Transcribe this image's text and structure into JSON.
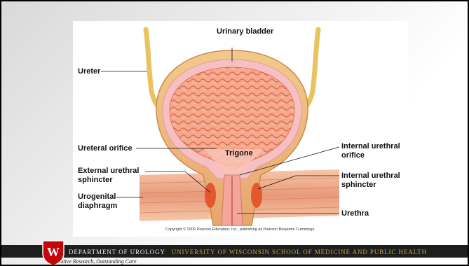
{
  "diagram": {
    "labels": {
      "urinary_bladder": "Urinary bladder",
      "ureter": "Ureter",
      "ureteral_orifice": "Ureteral orifice",
      "trigone": "Trigone",
      "external_urethral_sphincter": "External urethral sphincter",
      "urogenital_diaphragm": "Urogenital diaphragm",
      "internal_urethral_orifice": "Internal urethral orifice",
      "internal_urethral_sphincter": "Internal urethral sphincter",
      "urethra": "Urethra"
    },
    "copyright": "Copyright © 2009 Pearson Education, Inc., publishing as Pearson Benjamin Cummings."
  },
  "footer": {
    "department": "DEPARTMENT OF UROLOGY",
    "university": "UNIVERSITY OF WISCONSIN SCHOOL OF MEDICINE AND PUBLIC HEALTH",
    "tagline": "Innovative Research, Outstanding Care",
    "logo_letter": "W"
  },
  "colors": {
    "footer_band": "#1e1e1e",
    "footer_gold": "#c9a24a",
    "logo_red": "#c5050c"
  }
}
